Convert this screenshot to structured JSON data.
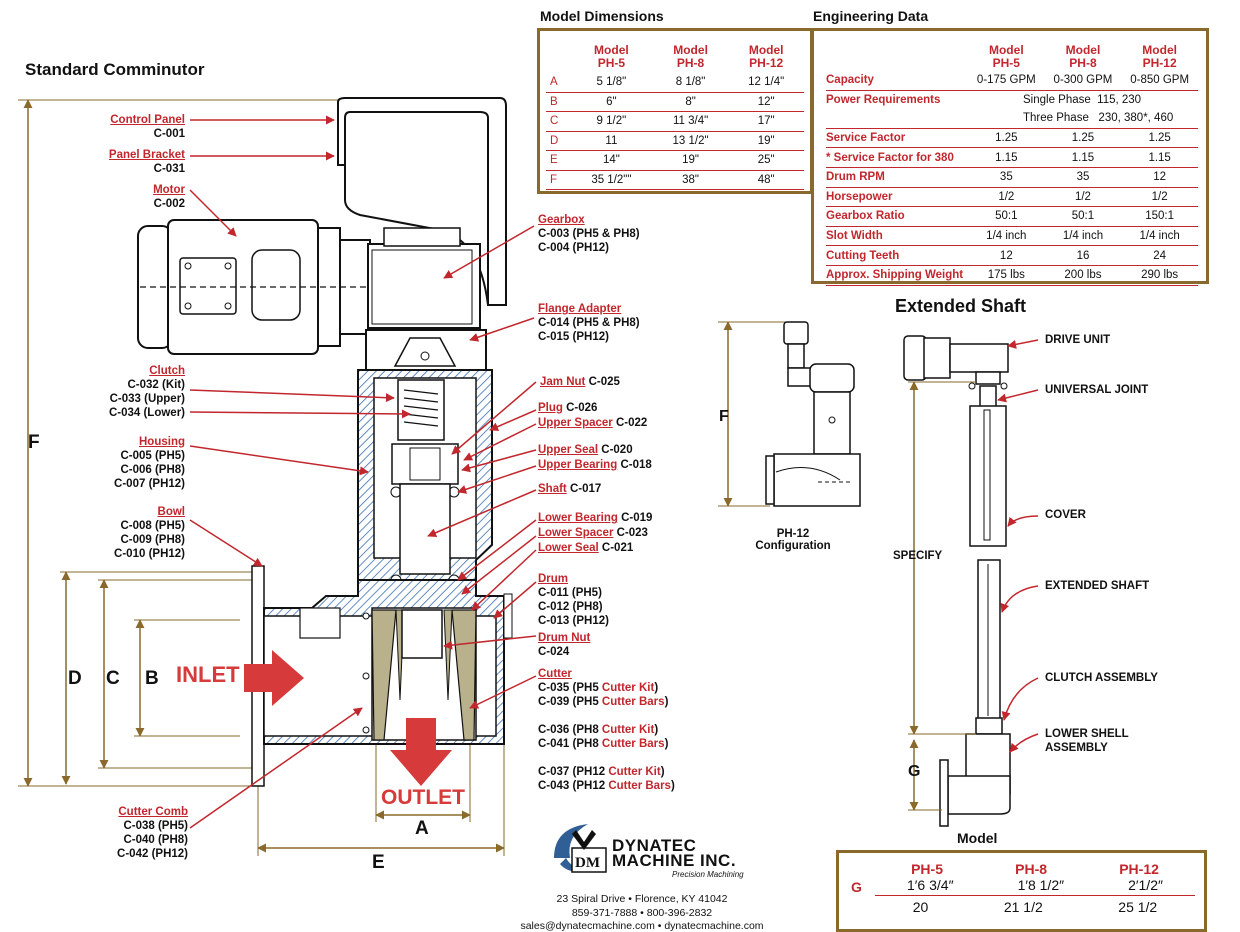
{
  "colors": {
    "accent": "#c1272d",
    "border": "#8a6a2c",
    "comb": "#b9b08c"
  },
  "standard": {
    "title": "Standard Comminutor",
    "callouts": [
      {
        "name": "Control Panel",
        "codes": [
          "C-001"
        ]
      },
      {
        "name": "Panel Bracket",
        "codes": [
          "C-031"
        ]
      },
      {
        "name": "Motor",
        "codes": [
          "C-002"
        ]
      },
      {
        "name": "Clutch",
        "codes": [
          "C-032 (Kit)",
          "C-033 (Upper)",
          "C-034 (Lower)"
        ]
      },
      {
        "name": "Housing",
        "codes": [
          "C-005 (PH5)",
          "C-006 (PH8)",
          "C-007 (PH12)"
        ]
      },
      {
        "name": "Bowl",
        "codes": [
          "C-008 (PH5)",
          "C-009 (PH8)",
          "C-010 (PH12)"
        ]
      },
      {
        "name": "Cutter Comb",
        "codes": [
          "C-038 (PH5)",
          "C-040 (PH8)",
          "C-042 (PH12)"
        ]
      },
      {
        "name": "Gearbox",
        "codes": [
          "C-003 (PH5 & PH8)",
          "C-004 (PH12)"
        ]
      },
      {
        "name": "Flange Adapter",
        "codes": [
          "C-014 (PH5 & PH8)",
          "C-015 (PH12)"
        ]
      },
      {
        "name": "Jam Nut",
        "codes": [
          "C-025"
        ]
      },
      {
        "name": "Plug",
        "codes": [
          "C-026"
        ]
      },
      {
        "name": "Upper Spacer",
        "codes": [
          "C-022"
        ]
      },
      {
        "name": "Upper Seal",
        "codes": [
          "C-020"
        ]
      },
      {
        "name": "Upper Bearing",
        "codes": [
          "C-018"
        ]
      },
      {
        "name": "Shaft",
        "codes": [
          "C-017"
        ]
      },
      {
        "name": "Lower Bearing",
        "codes": [
          "C-019"
        ]
      },
      {
        "name": "Lower Spacer",
        "codes": [
          "C-023"
        ]
      },
      {
        "name": "Lower Seal",
        "codes": [
          "C-021"
        ]
      },
      {
        "name": "Drum",
        "codes": [
          "C-011 (PH5)",
          "C-012 (PH8)",
          "C-013 (PH12)"
        ]
      },
      {
        "name": "Drum Nut",
        "codes": [
          "C-024"
        ]
      }
    ],
    "cutter": {
      "name": "Cutter",
      "lines": [
        {
          "code": "C-035 (PH5 ",
          "red": "Cutter Kit",
          "end": ")"
        },
        {
          "code": "C-039 (PH5 ",
          "red": "Cutter Bars",
          "end": ")"
        },
        {
          "code": "C-036 (PH8 ",
          "red": "Cutter Kit",
          "end": ")"
        },
        {
          "code": "C-041 (PH8 ",
          "red": "Cutter Bars",
          "end": ")"
        },
        {
          "code": "C-037 (PH12 ",
          "red": "Cutter Kit",
          "end": ")"
        },
        {
          "code": "C-043 (PH12 ",
          "red": "Cutter Bars",
          "end": ")"
        }
      ]
    },
    "dims": {
      "F": "F",
      "D": "D",
      "C": "C",
      "B": "B",
      "A": "A",
      "E": "E"
    },
    "inlet": "INLET",
    "outlet": "OUTLET"
  },
  "model_dimensions": {
    "title": "Model Dimensions",
    "headers": [
      "Model\nPH-5",
      "Model\nPH-8",
      "Model\nPH-12"
    ],
    "rows": [
      {
        "key": "A",
        "vals": [
          "5 1/8\"",
          "8 1/8\"",
          "12 1/4\""
        ]
      },
      {
        "key": "B",
        "vals": [
          "6\"",
          "8\"",
          "12\""
        ]
      },
      {
        "key": "C",
        "vals": [
          "9 1/2\"",
          "11 3/4\"",
          "17\""
        ]
      },
      {
        "key": "D",
        "vals": [
          "11",
          "13 1/2\"",
          "19\""
        ]
      },
      {
        "key": "E",
        "vals": [
          "14\"",
          "19\"",
          "25\""
        ]
      },
      {
        "key": "F",
        "vals": [
          "35 1/2\"\"",
          "38\"",
          "48\""
        ]
      }
    ]
  },
  "engineering": {
    "title": "Engineering Data",
    "headers": [
      "Model\nPH-5",
      "Model\nPH-8",
      "Model\nPH-12"
    ],
    "capacity": {
      "label": "Capacity",
      "vals": [
        "0-175 GPM",
        "0-300 GPM",
        "0-850 GPM"
      ]
    },
    "power": {
      "label": "Power Requirements",
      "line1": "Single Phase  115, 230",
      "line2": "Three Phase   230, 380*, 460"
    },
    "rows": [
      {
        "label": "Service Factor",
        "vals": [
          "1.25",
          "1.25",
          "1.25"
        ]
      },
      {
        "label": "* Service Factor for 380",
        "vals": [
          "1.15",
          "1.15",
          "1.15"
        ]
      },
      {
        "label": "Drum RPM",
        "vals": [
          "35",
          "35",
          "12"
        ]
      },
      {
        "label": "Horsepower",
        "vals": [
          "1/2",
          "1/2",
          "1/2"
        ]
      },
      {
        "label": "Gearbox Ratio",
        "vals": [
          "50:1",
          "50:1",
          "150:1"
        ]
      },
      {
        "label": "Slot Width",
        "vals": [
          "1/4 inch",
          "1/4 inch",
          "1/4 inch"
        ]
      },
      {
        "label": "Cutting Teeth",
        "vals": [
          "12",
          "16",
          "24"
        ]
      },
      {
        "label": "Approx. Shipping Weight",
        "vals": [
          "175 lbs",
          "200 lbs",
          "290 lbs"
        ]
      }
    ]
  },
  "ph12": {
    "caption": "PH-12\nConfiguration",
    "dim": "F"
  },
  "extended": {
    "title": "Extended Shaft",
    "labels": [
      "DRIVE UNIT",
      "UNIVERSAL JOINT",
      "COVER",
      "EXTENDED SHAFT",
      "CLUTCH ASSEMBLY",
      "LOWER SHELL\nASSEMBLY"
    ],
    "specify": "SPECIFY",
    "g": "G"
  },
  "g_table": {
    "title": "Model",
    "key": "G",
    "headers": [
      "PH-5",
      "PH-8",
      "PH-12"
    ],
    "row1": [
      "1′6 3/4″",
      "1′8 1/2″",
      "2′1/2″"
    ],
    "row2": [
      "20",
      "21 1/2",
      "25 1/2"
    ]
  },
  "company": {
    "name1": "DYNATEC",
    "name2": "MACHINE INC.",
    "tagline": "Precision Machining",
    "logo_letters": "DM",
    "address": "23 Spiral Drive  •  Florence, KY 41042",
    "phones": "859-371-7888  •  800-396-2832",
    "web": "sales@dynatecmachine.com  •  dynatecmachine.com"
  }
}
